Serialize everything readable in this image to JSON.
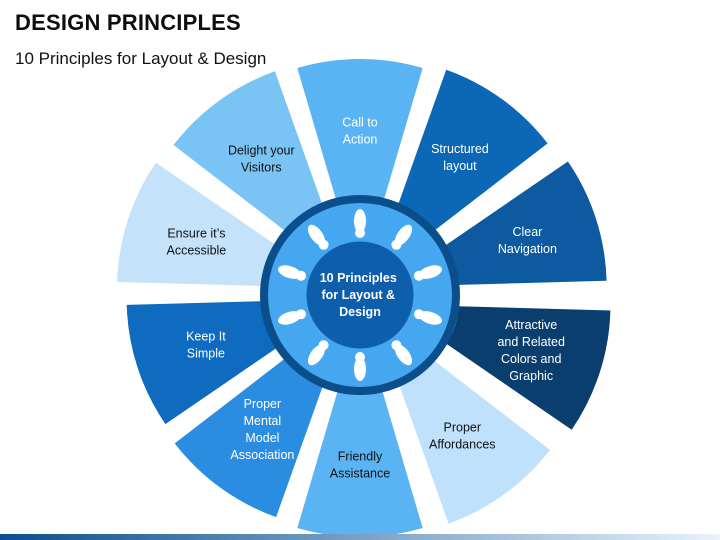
{
  "header": {
    "title": "DESIGN PRINCIPLES",
    "subtitle": "10 Principles for Layout & Design"
  },
  "center": {
    "lines": [
      "10 Principles",
      "for Layout &",
      "Design"
    ]
  },
  "segments": [
    {
      "id": "call-to-action",
      "lines": [
        "Call to",
        "Action"
      ],
      "fill": "#5ab4f4",
      "text_color": "#ffffff"
    },
    {
      "id": "structured-layout",
      "lines": [
        "Structured",
        "layout"
      ],
      "fill": "#0c67b6",
      "text_color": "#ffffff"
    },
    {
      "id": "clear-navigation",
      "lines": [
        "Clear",
        "Navigation"
      ],
      "fill": "#0d5aa0",
      "text_color": "#ffffff"
    },
    {
      "id": "attractive-colors",
      "lines": [
        "Attractive",
        "and Related",
        "Colors and",
        "Graphic"
      ],
      "fill": "#0a3e6f",
      "text_color": "#ffffff"
    },
    {
      "id": "proper-affordances",
      "lines": [
        "Proper",
        "Affordances"
      ],
      "fill": "#bfe1fb",
      "text_color": "#111111"
    },
    {
      "id": "friendly-assistance",
      "lines": [
        "Friendly",
        "Assistance"
      ],
      "fill": "#5ab4f4",
      "text_color": "#111111"
    },
    {
      "id": "proper-mental-model",
      "lines": [
        "Proper",
        "Mental",
        "Model",
        "Association"
      ],
      "fill": "#2b8de2",
      "text_color": "#ffffff"
    },
    {
      "id": "keep-it-simple",
      "lines": [
        "Keep It",
        "Simple"
      ],
      "fill": "#0e6bbf",
      "text_color": "#ffffff"
    },
    {
      "id": "ensure-accessible",
      "lines": [
        "Ensure it’s",
        "Accessible"
      ],
      "fill": "#c4e3fb",
      "text_color": "#111111"
    },
    {
      "id": "delight-visitors",
      "lines": [
        "Delight your",
        "Visitors"
      ],
      "fill": "#79c3f5",
      "text_color": "#111111"
    }
  ],
  "colors": {
    "ring_inner": "#0a4f8c",
    "ring_light": "#46a7f1",
    "ring_dark": "#073a66",
    "hub": "#0d5eab",
    "hub_edge": "#ffffff",
    "petal": "#ffffff",
    "bar_start": "#0a4f8c",
    "bar_end": "#e8f3fc"
  }
}
